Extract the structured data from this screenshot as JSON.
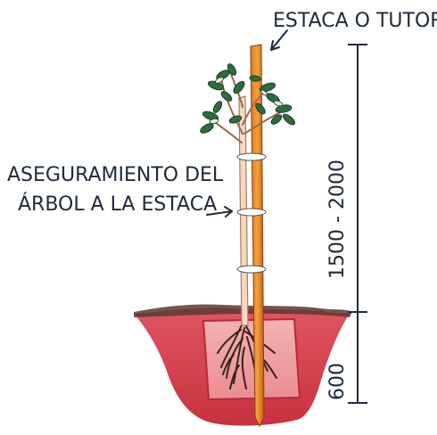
{
  "labels": {
    "stake": "ESTACA O TUTOR",
    "tie_line1": "ASEGURAMIENTO DEL",
    "tie_line2": "ÁRBOL A LA ESTACA"
  },
  "dimensions": {
    "above_ground": "1500 - 2000",
    "below_ground": "600"
  }
}
